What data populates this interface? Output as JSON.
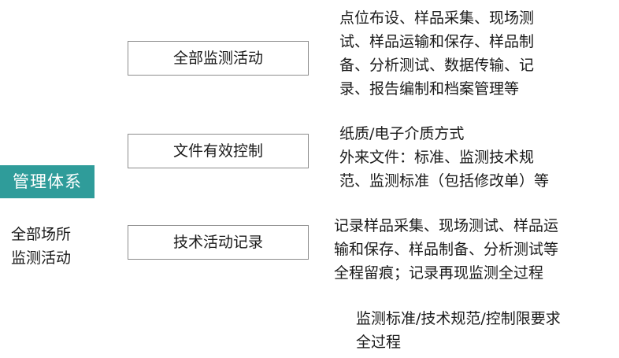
{
  "diagram": {
    "tag": "管理体系",
    "scope_lines": [
      "全部场所",
      "监测活动"
    ],
    "boxes": [
      "全部监测活动",
      "文件有效控制",
      "技术活动记录"
    ],
    "descriptions": [
      [
        "点位布设、样品采集、现场测",
        "试、样品运输和保存、样品制",
        "备、分析测试、数据传输、记",
        "录、报告编制和档案管理等"
      ],
      [
        "纸质/电子介质方式",
        "外来文件：标准、监测技术规",
        "范、监测标准（包括修改单）等"
      ],
      [
        "记录样品采集、现场测试、样品运",
        "输和保存、样品制备、分析测试等",
        "全程留痕；记录再现监测全过程"
      ],
      [
        "监测标准/技术规范/控制限要求",
        "全过程"
      ]
    ]
  }
}
